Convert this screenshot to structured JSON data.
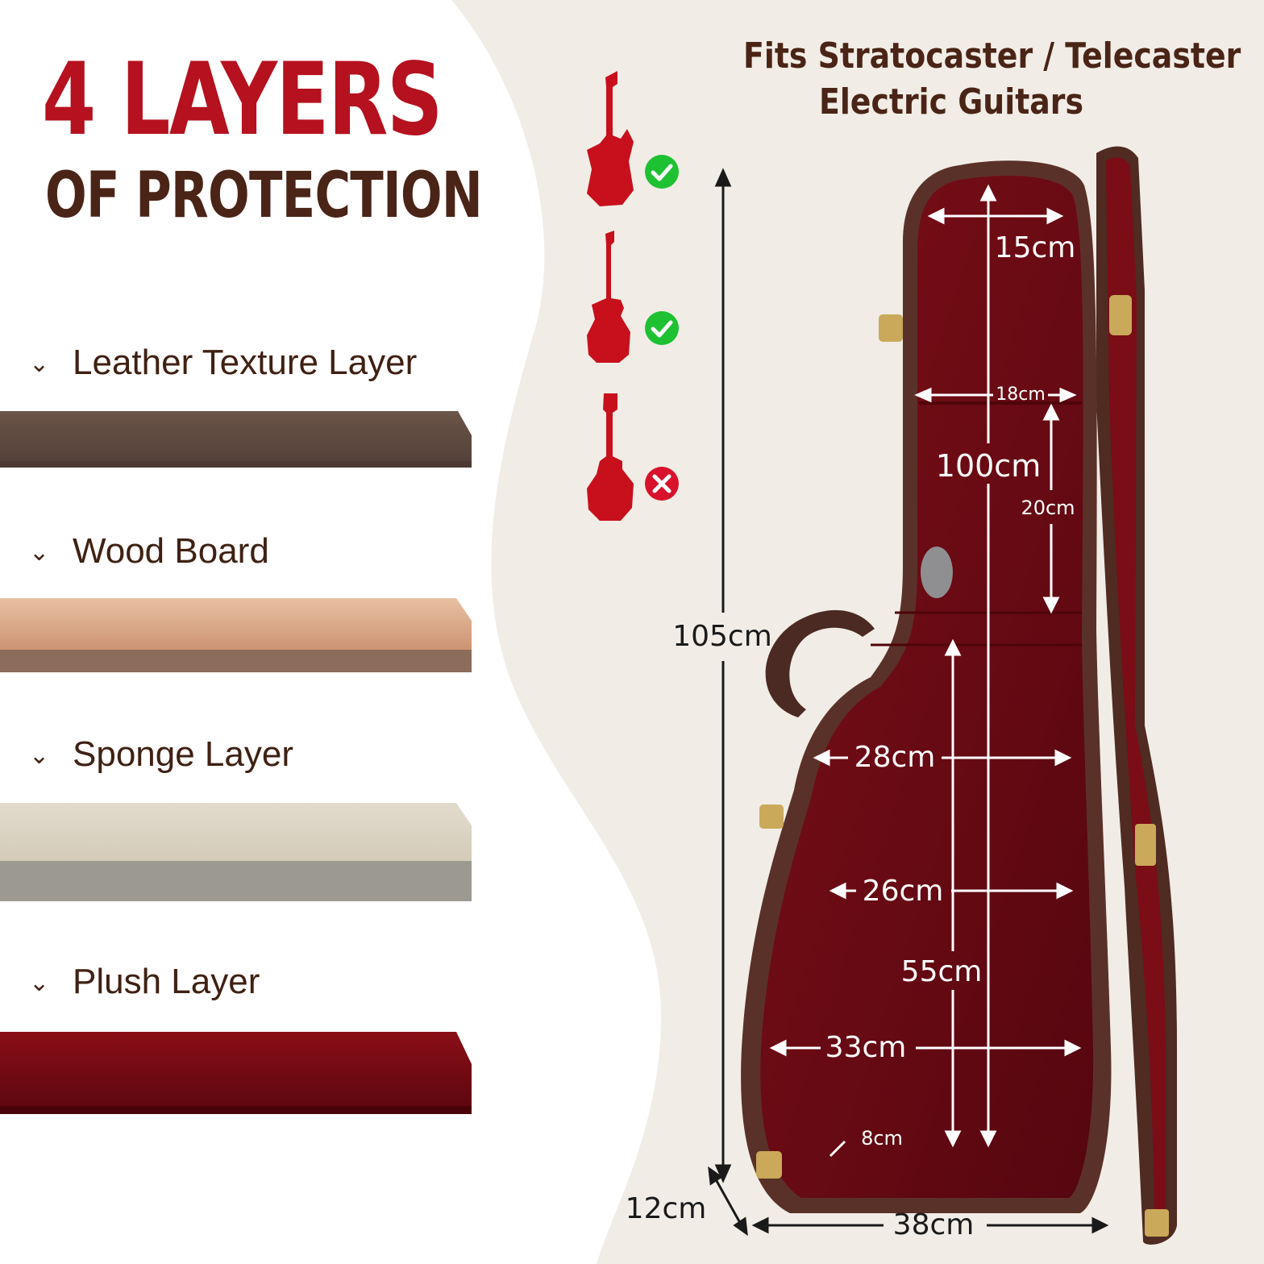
{
  "heading": {
    "line1": "4 LAYERS",
    "line2": "OF PROTECTION"
  },
  "layers": [
    {
      "label": "Leather Texture Layer",
      "icon": "chevron-down-icon"
    },
    {
      "label": "Wood Board",
      "icon": "chevron-down-icon"
    },
    {
      "label": "Sponge Layer",
      "icon": "chevron-down-icon"
    },
    {
      "label": "Plush Layer",
      "icon": "chevron-down-icon"
    }
  ],
  "fits": {
    "line1": "Fits Stratocaster / Telecaster",
    "line2": "Electric Guitars"
  },
  "compatibility": [
    {
      "guitar": "stratocaster-icon",
      "status": "check-icon"
    },
    {
      "guitar": "telecaster-icon",
      "status": "check-icon"
    },
    {
      "guitar": "les-paul-icon",
      "status": "cross-icon"
    }
  ],
  "dimensions": {
    "head_width": "15cm",
    "neck_width": "18cm",
    "total_inner_length": "100cm",
    "neck_pocket": "20cm",
    "outer_length": "105cm",
    "upper_body": "28cm",
    "waist": "26cm",
    "body_length": "55cm",
    "lower_body": "33cm",
    "inner_depth": "8cm",
    "outer_depth": "12cm",
    "outer_width": "38cm"
  },
  "colors": {
    "accent_red": "#b5111f",
    "brown": "#4a2416",
    "plush": "#6e0b14",
    "check_green": "#1ec132",
    "cross_red": "#d8122b"
  }
}
